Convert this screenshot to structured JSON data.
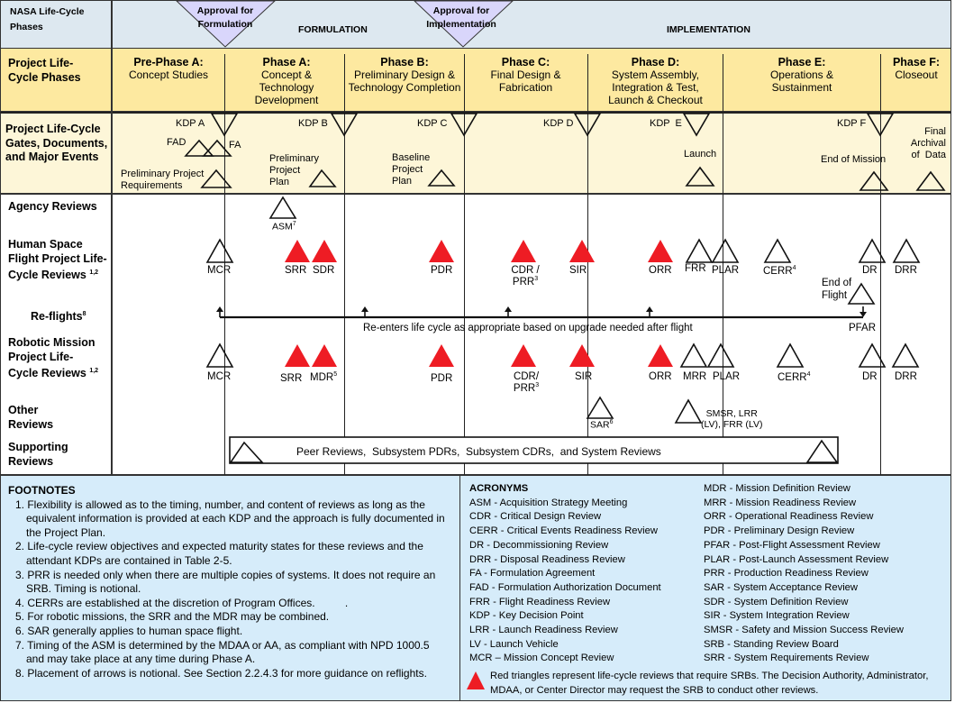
{
  "colors": {
    "top_band": "#dde8f0",
    "phase_band": "#fde9a0",
    "gates_band": "#fdf6d8",
    "footnote_band": "#d6ecfa",
    "approval_triangle": "#d9d6fb",
    "srb_red": "#ee1c24"
  },
  "top": {
    "nasa_label": "NASA Life-Cycle Phases",
    "formulation": "FORMULATION",
    "implementation": "IMPLEMENTATION",
    "approval_formulation": [
      "Approval for",
      "Formulation"
    ],
    "approval_implementation": [
      "Approval for",
      "Implementation"
    ]
  },
  "phases": {
    "label": "Project Life-Cycle Phases",
    "items": [
      {
        "name": "Pre-Phase A:",
        "desc": "Concept Studies"
      },
      {
        "name": "Phase A:",
        "desc": "Concept & Technology Development"
      },
      {
        "name": "Phase B:",
        "desc": "Preliminary Design & Technology Completion"
      },
      {
        "name": "Phase C:",
        "desc": "Final Design & Fabrication"
      },
      {
        "name": "Phase D:",
        "desc": "System Assembly, Integration & Test, Launch & Checkout"
      },
      {
        "name": "Phase E:",
        "desc": "Operations & Sustainment"
      },
      {
        "name": "Phase F:",
        "desc": "Closeout"
      }
    ]
  },
  "gates": {
    "label": "Project Life-Cycle Gates, Documents, and Major Events",
    "kdps": [
      "KDP A",
      "KDP B",
      "KDP C",
      "KDP D",
      "KDP  E",
      "KDP F"
    ],
    "fad": "FAD",
    "fa": "FA",
    "prelim_req": [
      "Preliminary Project",
      "Requirements"
    ],
    "prelim_plan": [
      "Preliminary",
      "Project",
      "Plan"
    ],
    "baseline_plan": [
      "Baseline",
      "Project",
      "Plan"
    ],
    "launch": "Launch",
    "end_mission": "End of Mission",
    "final_archival": [
      "Final",
      "Archival",
      "of  Data"
    ]
  },
  "rows": {
    "agency": "Agency Reviews",
    "human": "Human Space Flight Project Life-Cycle Reviews",
    "human_sup": "1,2",
    "reflights": "Re-flights",
    "reflights_sup": "8",
    "robotic": "Robotic Mission Project Life-Cycle Reviews",
    "robotic_sup": "1,2",
    "other": "Other Reviews",
    "supporting": "Supporting Reviews"
  },
  "agency_reviews": {
    "asm": "ASM",
    "asm_sup": "7"
  },
  "human_reviews": {
    "mcr": "MCR",
    "srr": "SRR",
    "sdr": "SDR",
    "pdr": "PDR",
    "cdr": "CDR /",
    "prr": "PRR",
    "prr_sup": "3",
    "sir": "SIR",
    "orr": "ORR",
    "frr": "FRR",
    "plar": "PLAR",
    "cerr": "CERR",
    "cerr_sup": "4",
    "dr": "DR",
    "drr": "DRR",
    "end_flight": [
      "End of",
      "Flight"
    ]
  },
  "reflight": {
    "text": "Re-enters life cycle as appropriate based on upgrade needed after flight",
    "pfar": "PFAR"
  },
  "robotic_reviews": {
    "mcr": "MCR",
    "srr": "SRR",
    "mdr": "MDR",
    "mdr_sup": "5",
    "pdr": "PDR",
    "cdr": "CDR/",
    "prr": "PRR",
    "prr_sup": "3",
    "sir": "SIR",
    "orr": "ORR",
    "mrr": "MRR",
    "plar": "PLAR",
    "cerr": "CERR",
    "cerr_sup": "4",
    "dr": "DR",
    "drr": "DRR"
  },
  "other_reviews": {
    "sar": "SAR",
    "sar_sup": "6",
    "smsr": [
      "SMSR, LRR",
      "(LV), FRR (LV)"
    ]
  },
  "supporting_reviews": {
    "text": "Peer Reviews,  Subsystem PDRs,  Subsystem CDRs,  and System Reviews"
  },
  "footnotes": {
    "title": "FOOTNOTES",
    "items": [
      "1. Flexibility is allowed as to the timing, number, and content of reviews  as long as the equivalent  information  is provided  at each KDP and the approach  is fully documented  in the Project Plan.",
      "2. Life-cycle review objectives  and expected maturity states for these reviews  and the attendant KDPs are contained in Table 2-5.",
      "3. PRR is needed only when there are multiple copies of systems. It does not require an SRB. Timing is notional.",
      "4. CERRs are established at the discretion of Program Offices.          .",
      "5. For robotic missions, the SRR and the MDR may be combined.",
      "6. SAR generally applies to human space flight.",
      "7. Timing of the ASM is determined by the MDAA or AA, as compliant with NPD 1000.5 and may take place at any time during Phase A.",
      "8. Placement of arrows is notional.  See Section 2.2.4.3 for more guidance on reflights."
    ]
  },
  "acronyms": {
    "title": "ACRONYMS",
    "col1": [
      "ASM - Acquisition Strategy Meeting",
      "CDR - Critical Design Review",
      "CERR - Critical Events Readiness Review",
      "DR - Decommissioning Review",
      "DRR - Disposal Readiness Review",
      "FA - Formulation Agreement",
      "FAD - Formulation Authorization Document",
      "FRR - Flight Readiness Review",
      "KDP - Key Decision Point",
      "LRR - Launch Readiness Review",
      "LV - Launch Vehicle",
      "MCR – Mission  Concept Review"
    ],
    "col2": [
      "MDR - Mission Definition Review",
      "MRR - Mission Readiness Review",
      "ORR - Operational Readiness Review",
      "PDR - Preliminary Design Review",
      "PFAR - Post-Flight Assessment Review",
      "PLAR - Post-Launch Assessment Review",
      "PRR - Production Readiness Review",
      "SAR - System Acceptance Review",
      "SDR - System Definition Review",
      "SIR - System Integration Review",
      "SMSR - Safety and Mission Success Review",
      "SRB - Standing Review Board",
      "SRR - System Requirements  Review"
    ],
    "legend": "Red triangles represent life-cycle reviews that require SRBs. The Decision Authority, Administrator, MDAA, or Center Director may request the SRB to conduct other reviews."
  }
}
